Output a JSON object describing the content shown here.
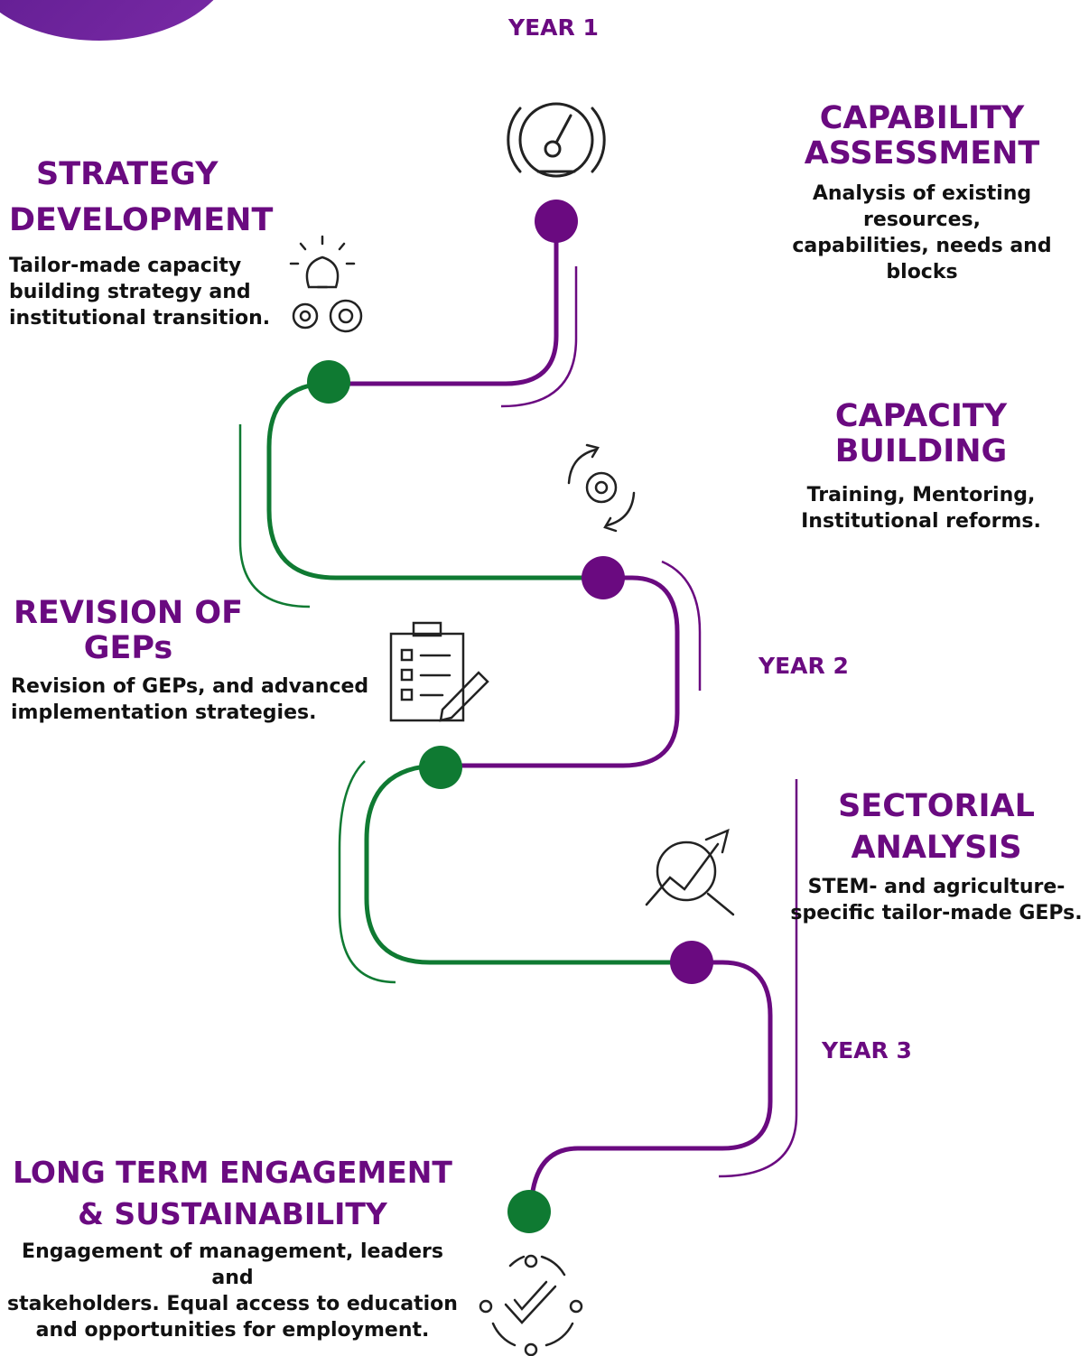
{
  "colors": {
    "purple": "#6a0a80",
    "green": "#0f7a32",
    "text": "#111111"
  },
  "years": {
    "year1": "YEAR 1",
    "year2": "YEAR 2",
    "year3": "YEAR 3"
  },
  "stages": [
    {
      "title_lines": [
        "CAPABILITY",
        "ASSESSMENT"
      ],
      "description_lines": [
        "Analysis of existing resources,",
        "capabilities, needs and blocks"
      ],
      "icon": "gauge-icon"
    },
    {
      "title_lines": [
        "STRATEGY",
        "DEVELOPMENT"
      ],
      "description_lines": [
        "Tailor-made capacity",
        "building strategy and",
        "institutional transition."
      ],
      "icon": "lightbulb-gears-icon"
    },
    {
      "title_lines": [
        "CAPACITY",
        "BUILDING"
      ],
      "description_lines": [
        "Training, Mentoring,",
        "Institutional reforms."
      ],
      "icon": "gear-cycle-icon"
    },
    {
      "title_lines": [
        "REVISION OF",
        "GEPs"
      ],
      "description_lines": [
        "Revision of GEPs, and advanced",
        "implementation strategies."
      ],
      "icon": "clipboard-checklist-icon"
    },
    {
      "title_lines": [
        "SECTORIAL",
        "ANALYSIS"
      ],
      "description_lines": [
        "STEM- and agriculture-",
        "specific tailor-made GEPs."
      ],
      "icon": "growth-analysis-icon"
    },
    {
      "title_lines": [
        "LONG TERM ENGAGEMENT",
        "& SUSTAINABILITY"
      ],
      "description_lines": [
        "Engagement of management, leaders and",
        "stakeholders. Equal access to education",
        "and opportunities for employment."
      ],
      "icon": "check-cycle-icon"
    }
  ]
}
